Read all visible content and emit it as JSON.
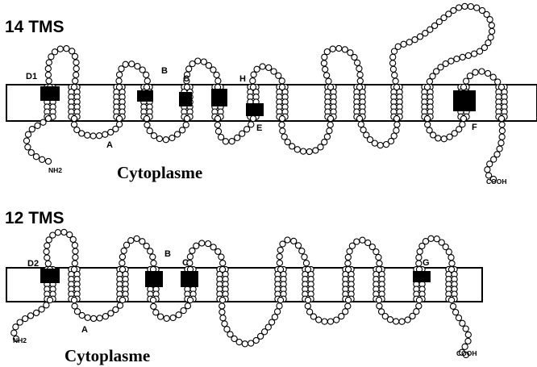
{
  "panels": [
    {
      "title": "14 TMS",
      "compartment_label": "Cytoplasme",
      "n_terminus": "NH2",
      "c_terminus": "COOH",
      "transmembrane_segment_count": 14,
      "labels": [
        "D1",
        "B",
        "C",
        "H",
        "E",
        "A",
        "F"
      ]
    },
    {
      "title": "12 TMS",
      "compartment_label": "Cytoplasme",
      "n_terminus": "NH2",
      "c_terminus": "COOH",
      "transmembrane_segment_count": 12,
      "labels": [
        "D2",
        "B",
        "C",
        "G",
        "A"
      ]
    }
  ],
  "colors": {
    "ink": "#000000",
    "background": "#ffffff",
    "residue_fill": "#ffffff",
    "highlight_fill": "#000000"
  }
}
